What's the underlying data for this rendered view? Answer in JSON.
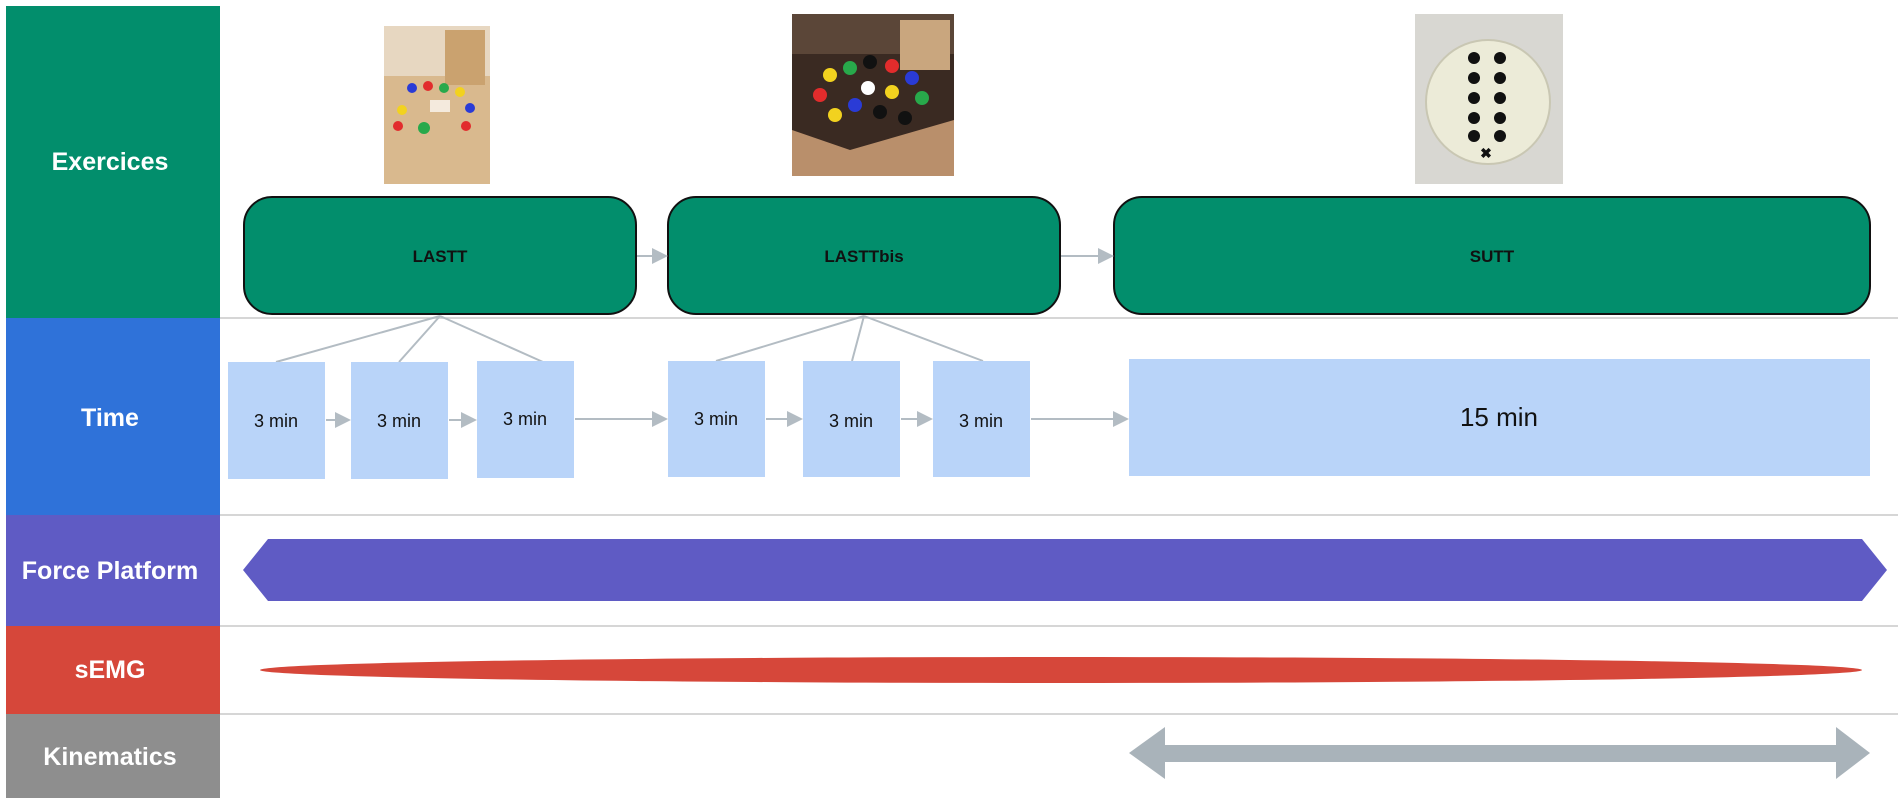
{
  "rows": {
    "exercices": {
      "label": "Exercices",
      "color": "#028e6c"
    },
    "time": {
      "label": "Time",
      "color": "#2f72d9"
    },
    "force_platform": {
      "label": "Force Platform",
      "color": "#5f5bc4"
    },
    "semg": {
      "label": "sEMG",
      "color": "#d6473a"
    },
    "kinematics": {
      "label": "Kinematics",
      "color": "#8e8e8e"
    }
  },
  "exercises": [
    {
      "name": "LASTT",
      "color": "#028e6c"
    },
    {
      "name": "LASTTbis",
      "color": "#028e6c"
    },
    {
      "name": "SUTT",
      "color": "#028e6c"
    }
  ],
  "time_blocks": [
    "3 min",
    "3 min",
    "3 min",
    "3 min",
    "3 min",
    "3 min",
    "15 min"
  ],
  "colors": {
    "time_block": "#b9d4f9",
    "force_arrow": "#5f5bc4",
    "semg_bar": "#d6473a",
    "kinematics_arrow": "#a9b3ba",
    "connector": "#b3bcc3",
    "divider": "#c8c8c8"
  },
  "photos": [
    {
      "icon": "pegboard-photo-icon"
    },
    {
      "icon": "pegboard-colored-pins-photo-icon"
    },
    {
      "icon": "round-pegboard-photo-icon"
    }
  ]
}
